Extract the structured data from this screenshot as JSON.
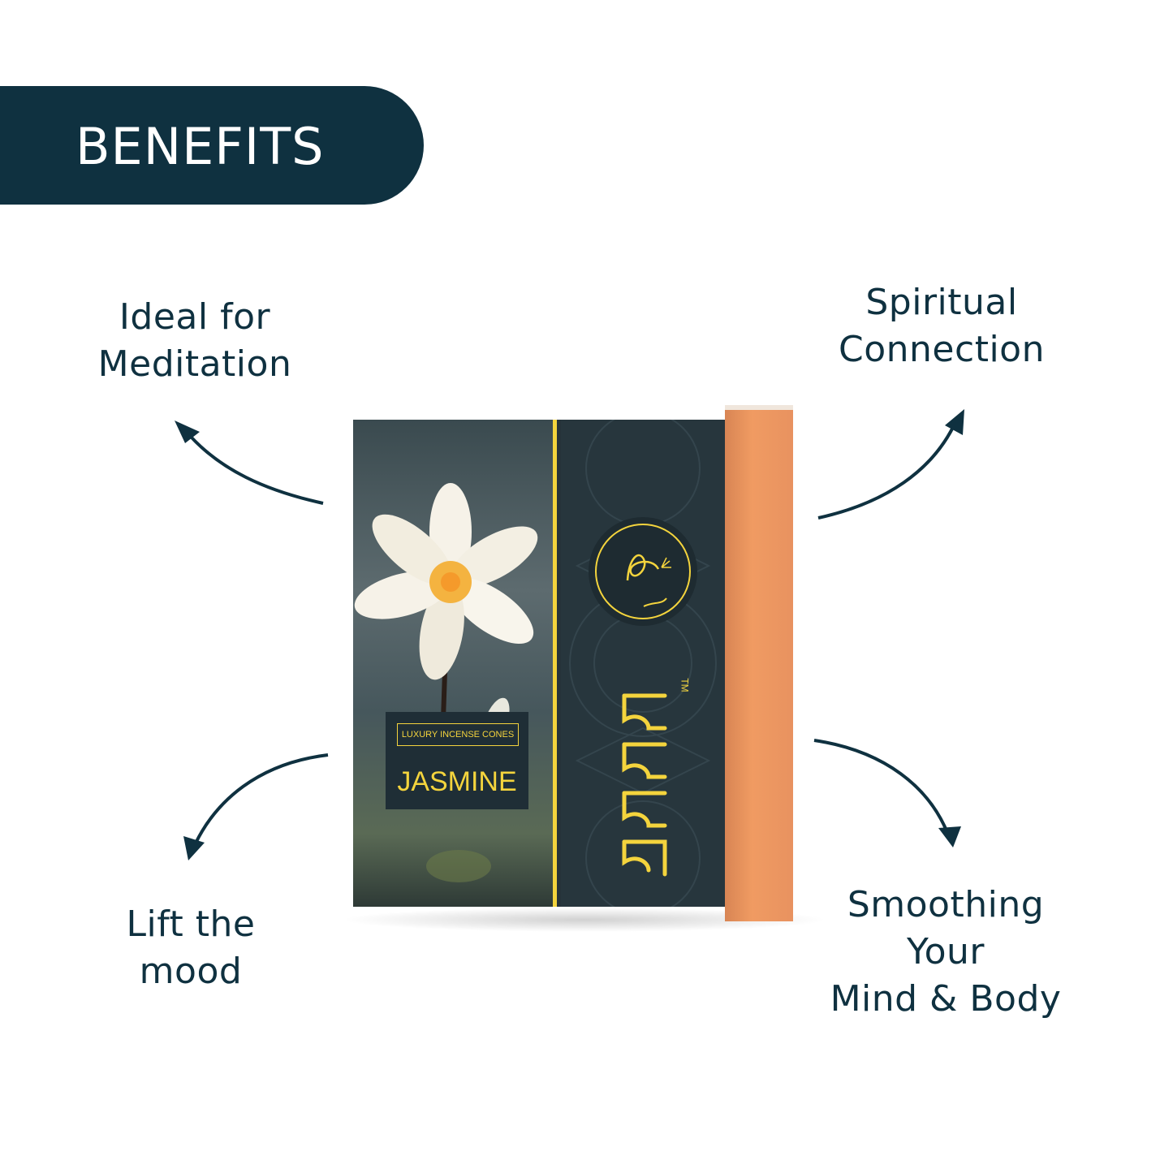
{
  "banner": {
    "title": "BENEFITS"
  },
  "benefits": {
    "top_left": [
      "Ideal for",
      "Meditation"
    ],
    "top_right": [
      "Spiritual",
      "Connection"
    ],
    "bottom_left": [
      "Lift the",
      "mood"
    ],
    "bottom_right": [
      "Smoothing",
      "Your",
      "Mind & Body"
    ]
  },
  "product": {
    "label_small": "LUXURY INCENSE CONES",
    "label_big": "JASMINE",
    "trademark": "TM"
  },
  "colors": {
    "navy": "#0f3140",
    "box_dark": "#26333a",
    "accent_yellow": "#f4d43d",
    "box_side_orange": "#f09b62"
  },
  "icons": [
    "arrow-top-left-icon",
    "arrow-top-right-icon",
    "arrow-bottom-left-icon",
    "arrow-bottom-right-icon",
    "brand-logo-icon",
    "jasmine-flower-image"
  ]
}
